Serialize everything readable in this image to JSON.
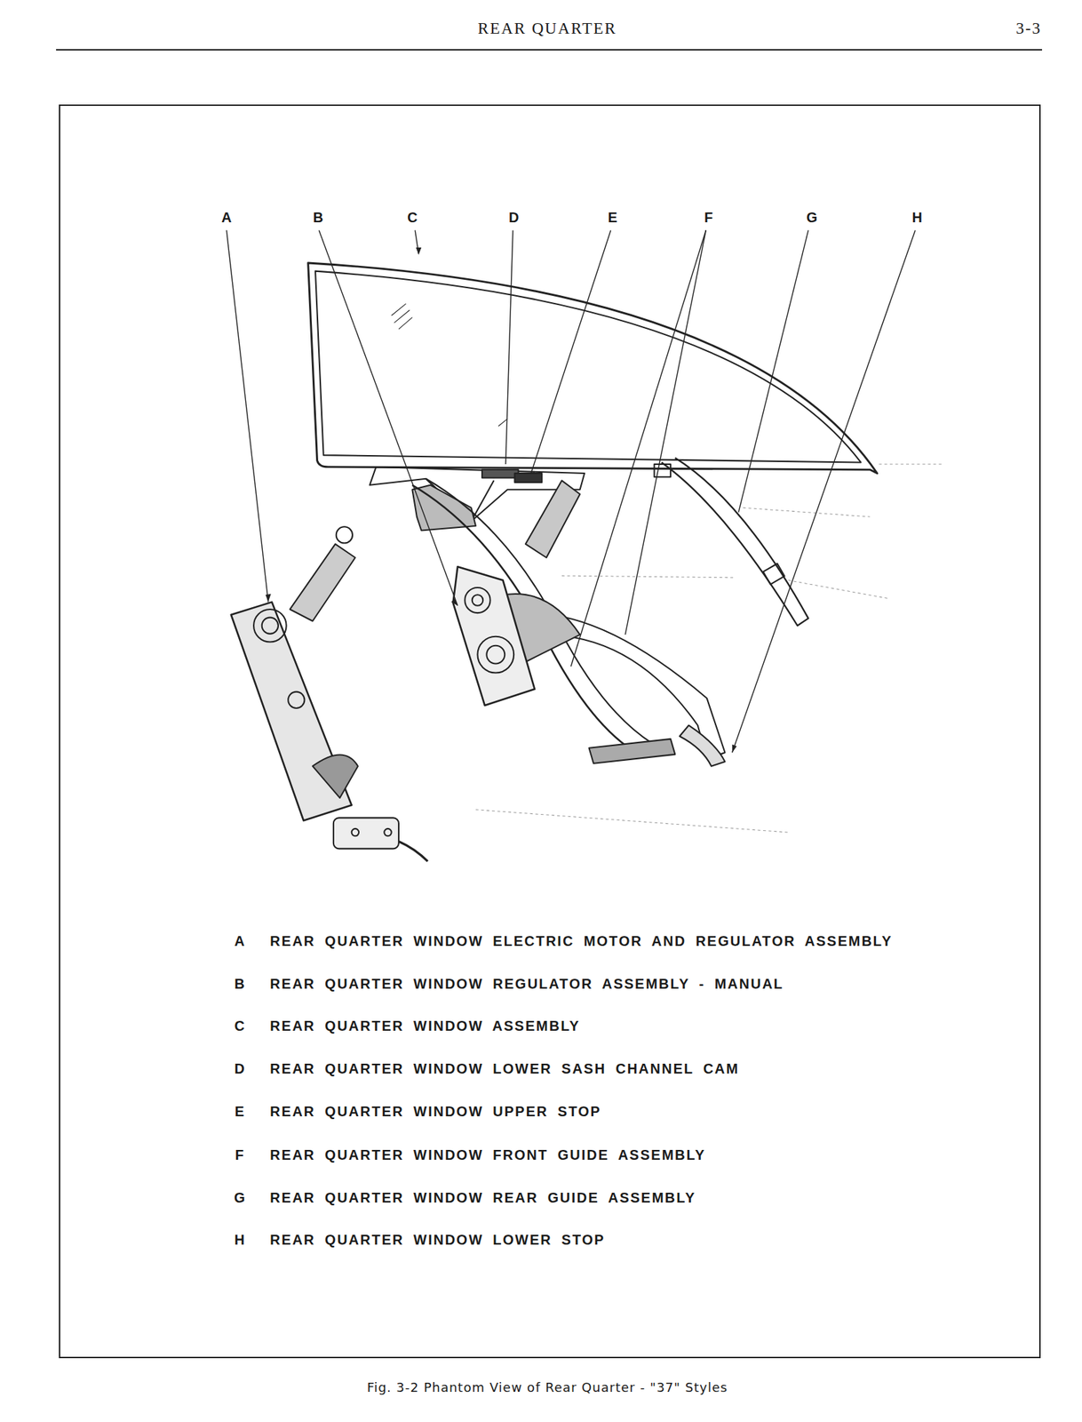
{
  "diagram": {
    "title": "REAR QUARTER",
    "caption": "Fig. 3-2 Phantom View of Rear Quarter - \"37\" Styles",
    "labels": [
      "3-3",
      "A",
      "B",
      "C",
      "D",
      "E",
      "F",
      "G",
      "H",
      "A",
      "REAR QUARTER WINDOW ELECTRIC MOTOR AND REGULATOR ASSEMBLY",
      "B",
      "REAR QUARTER WINDOW REGULATOR ASSEMBLY - MANUAL",
      "C",
      "REAR QUARTER WINDOW ASSEMBLY",
      "D",
      "REAR QUARTER WINDOW LOWER SASH CHANNEL CAM",
      "E",
      "REAR QUARTER WINDOW UPPER STOP",
      "F",
      "REAR QUARTER WINDOW FRONT GUIDE ASSEMBLY",
      "G",
      "REAR QUARTER WINDOW REAR GUIDE ASSEMBLY",
      "H",
      "REAR QUARTER WINDOW LOWER STOP"
    ]
  }
}
